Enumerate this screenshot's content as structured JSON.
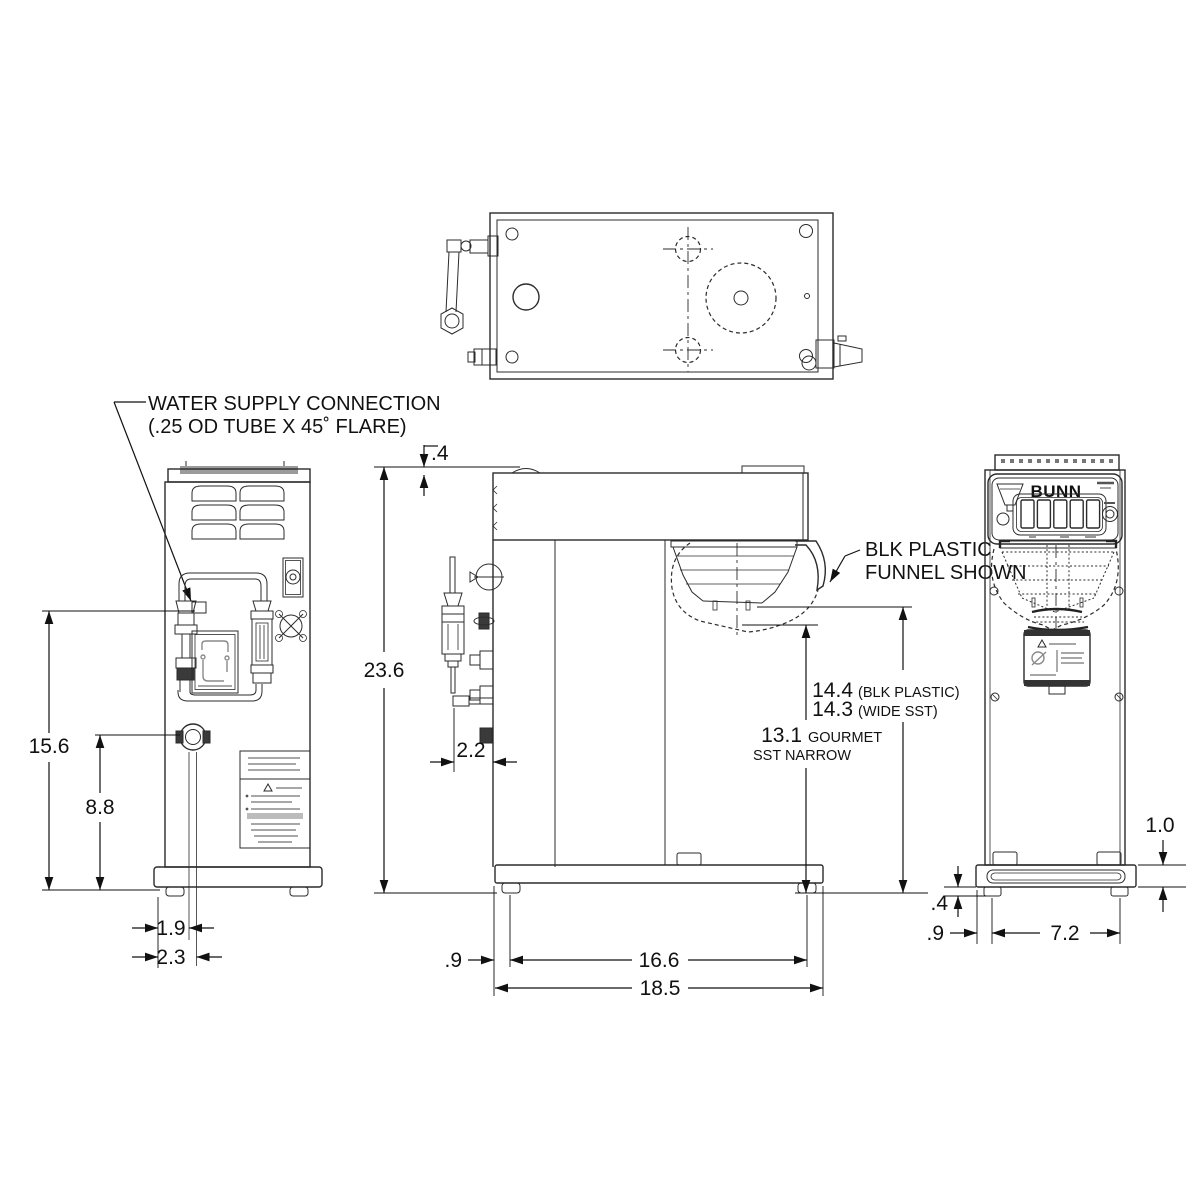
{
  "callouts": {
    "water_supply_line1": "WATER SUPPLY CONNECTION",
    "water_supply_line2": "(.25 OD TUBE X 45˚ FLARE)",
    "funnel_note_line1": "BLK PLASTIC",
    "funnel_note_line2": "FUNNEL SHOWN"
  },
  "brand": {
    "logo": "BUNN"
  },
  "dims": {
    "back_water_height": "15.6",
    "back_drain_height": "8.8",
    "back_offset_inner": "1.9",
    "back_offset_outer": "2.3",
    "side_top_offset": ".4",
    "side_height": "23.6",
    "side_valve_depth": "2.2",
    "side_foot_offset": ".9",
    "side_foot_span": "16.6",
    "side_depth": "18.5",
    "clr1_value": "14.4",
    "clr1_note": "(BLK PLASTIC)",
    "clr2_value": "14.3",
    "clr2_note": "(WIDE SST)",
    "clr3_value": "13.1",
    "clr3_note": "GOURMET",
    "clr3_note2": "SST NARROW",
    "front_base_height": "1.0",
    "front_foot_height": ".4",
    "front_foot_offset": ".9",
    "front_foot_span": "7.2"
  }
}
